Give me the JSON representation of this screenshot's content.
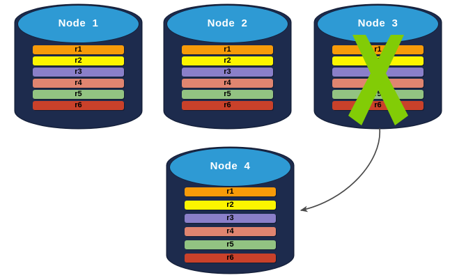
{
  "diagram": {
    "title_prefix": "Node",
    "colors": {
      "cylinder_body": "#1D2B4D",
      "cylinder_top": "#2E9AD4",
      "cylinder_outline": "#15203A",
      "x_mark_green": "#82CC06",
      "arrow_gray": "#4A4A4A",
      "background": "#FFFFFF",
      "row_r1": "#F79B09",
      "row_r2": "#FCF500",
      "row_r3": "#8A7FC9",
      "row_r4": "#E08570",
      "row_r5": "#92C382",
      "row_r6": "#C9412A"
    },
    "row_labels": [
      "r1",
      "r2",
      "r3",
      "r4",
      "r5",
      "r6"
    ],
    "nodes": [
      {
        "id": "node-1",
        "label": "Node  1",
        "status": "healthy",
        "rows": [
          {
            "label": "r1",
            "color": "#F79B09"
          },
          {
            "label": "r2",
            "color": "#FCF500"
          },
          {
            "label": "r3",
            "color": "#8A7FC9"
          },
          {
            "label": "r4",
            "color": "#E08570"
          },
          {
            "label": "r5",
            "color": "#92C382"
          },
          {
            "label": "r6",
            "color": "#C9412A"
          }
        ]
      },
      {
        "id": "node-2",
        "label": "Node  2",
        "status": "healthy",
        "rows": [
          {
            "label": "r1",
            "color": "#F79B09"
          },
          {
            "label": "r2",
            "color": "#FCF500"
          },
          {
            "label": "r3",
            "color": "#8A7FC9"
          },
          {
            "label": "r4",
            "color": "#E08570"
          },
          {
            "label": "r5",
            "color": "#92C382"
          },
          {
            "label": "r6",
            "color": "#C9412A"
          }
        ]
      },
      {
        "id": "node-3",
        "label": "Node  3",
        "status": "failed",
        "rows": [
          {
            "label": "r1",
            "color": "#F79B09"
          },
          {
            "label": "r2",
            "color": "#FCF500"
          },
          {
            "label": "r3",
            "color": "#8A7FC9"
          },
          {
            "label": "r4",
            "color": "#E08570"
          },
          {
            "label": "r5",
            "color": "#92C382"
          },
          {
            "label": "r6",
            "color": "#C9412A"
          }
        ]
      },
      {
        "id": "node-4",
        "label": "Node  4",
        "status": "healthy",
        "rows": [
          {
            "label": "r1",
            "color": "#F79B09"
          },
          {
            "label": "r2",
            "color": "#FCF500"
          },
          {
            "label": "r3",
            "color": "#8A7FC9"
          },
          {
            "label": "r4",
            "color": "#E08570"
          },
          {
            "label": "r5",
            "color": "#92C382"
          },
          {
            "label": "r6",
            "color": "#C9412A"
          }
        ]
      }
    ],
    "failure_marker": {
      "target": "node-3",
      "kind": "x-mark",
      "color": "#82CC06"
    },
    "arrow": {
      "from": "node-3",
      "to": "node-4",
      "kind": "curved-arrow",
      "color": "#4A4A4A",
      "label": ""
    }
  }
}
